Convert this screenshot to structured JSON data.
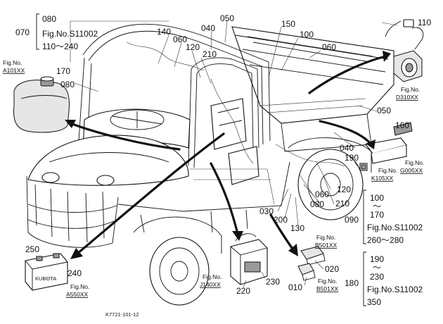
{
  "diagram": {
    "part_numbers": {
      "p040_top": "040",
      "p050_top": "050",
      "p140": "140",
      "p060_top": "060",
      "p120_top": "120",
      "p210_top": "210",
      "p150": "150",
      "p100_top": "100",
      "p060_right": "060",
      "p170": "170",
      "p080_left": "080",
      "p110": "110",
      "p050_right": "050",
      "p160": "160",
      "p040_mid": "040",
      "p190": "190",
      "p120_mid": "120",
      "p210_mid": "210",
      "p030": "030",
      "p200": "200",
      "p130": "130",
      "p080_mid": "080",
      "p060_mid": "060",
      "p250": "250",
      "p240": "240",
      "p020": "020",
      "p010": "010",
      "p220": "220",
      "p230": "230"
    },
    "groups": {
      "g1_number": "070",
      "g1_line1": "080",
      "g1_fig": "Fig.No.S11002",
      "g1_range": "110～240",
      "g2_number": "090",
      "g2_line1": "100",
      "g2_tilde": "～",
      "g2_line2": "170",
      "g2_fig": "Fig.No.S11002",
      "g2_range": "260～280",
      "g3_number": "180",
      "g3_line1": "190",
      "g3_tilde": "～",
      "g3_line2": "230",
      "g3_fig": "Fig.No.S11002",
      "g3_range": "350"
    },
    "figure_refs": {
      "a101_label": "Fig.No.",
      "a101_code": "A101XX",
      "d310_label": "Fig.No.",
      "d310_code": "D310XX",
      "g005_label": "Fig.No.",
      "g005_code": "G005XX",
      "k105_label": "Fig.No.",
      "k105_code": "K105XX",
      "b501a_label": "Fig.No.",
      "b501a_code": "B501XX",
      "b501b_label": "Fig.No.",
      "b501b_code": "B501XX",
      "j140_label": "Fig.No.",
      "j140_code": "J140XX",
      "a550_label": "Fig.No.",
      "a550_code": "A550XX"
    },
    "drawing_code": "K7721-101-12",
    "battery_brand": "KUBOTA"
  }
}
